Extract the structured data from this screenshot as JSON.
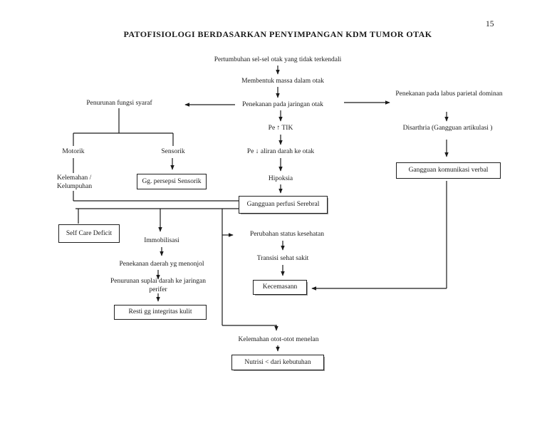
{
  "page": {
    "number": "15",
    "title": "PATOFISIOLOGI BERDASARKAN PENYIMPANGAN KDM TUMOR OTAK"
  },
  "colors": {
    "ink": "#1a1a1a",
    "background": "#ffffff"
  },
  "nodes": {
    "pertumbuhan": {
      "label": "Pertumbuhan sel-sel otak yang tidak terkendali"
    },
    "membentuk": {
      "label": "Membentuk massa dalam otak"
    },
    "penekanan_jaringan": {
      "label": "Penekanan pada jaringan otak"
    },
    "pe_tik": {
      "label": "Pe ↑ TIK"
    },
    "pe_aliran": {
      "label": "Pe ↓ aliran darah ke otak"
    },
    "hipoksia": {
      "label": "Hipoksia"
    },
    "gangguan_perfusi": {
      "label": "Gangguan perfusi Serebral"
    },
    "penurunan_fungsi": {
      "label": "Penurunan fungsi syaraf"
    },
    "motorik": {
      "label": "Motorik"
    },
    "sensorik": {
      "label": "Sensorik"
    },
    "kelemahan": {
      "line1": "Kelemahan /",
      "line2": "Kelumpuhan"
    },
    "gg_persepsi": {
      "label": "Gg. persepsi Sensorik"
    },
    "self_care": {
      "label": "Self Care Deficit"
    },
    "immobilisasi": {
      "label": "Immobilisasi"
    },
    "penekanan_daerah": {
      "label": "Penekanan daerah yg menonjol"
    },
    "penurunan_suplai": {
      "line1": "Penurunan suplai darah ke jaringan",
      "line2": "perifer"
    },
    "resti": {
      "label": "Resti gg integritas kulit"
    },
    "perubahan": {
      "label": "Perubahan status kesehatan"
    },
    "transisi": {
      "label": "Transisi sehat sakit"
    },
    "kecemasan": {
      "label": "Kecemasann"
    },
    "kelemahan_otot": {
      "label": "Kelemahan otot-otot menelan"
    },
    "nutrisi": {
      "label": "Nutrisi < dari kebutuhan"
    },
    "penekanan_labus": {
      "label": "Penekanan pada labus parietal dominan"
    },
    "disarthria": {
      "label": "Disarthria  (Gangguan artikulasi )"
    },
    "gangguan_komunikasi": {
      "label": "Gangguan komunikasi verbal"
    }
  }
}
